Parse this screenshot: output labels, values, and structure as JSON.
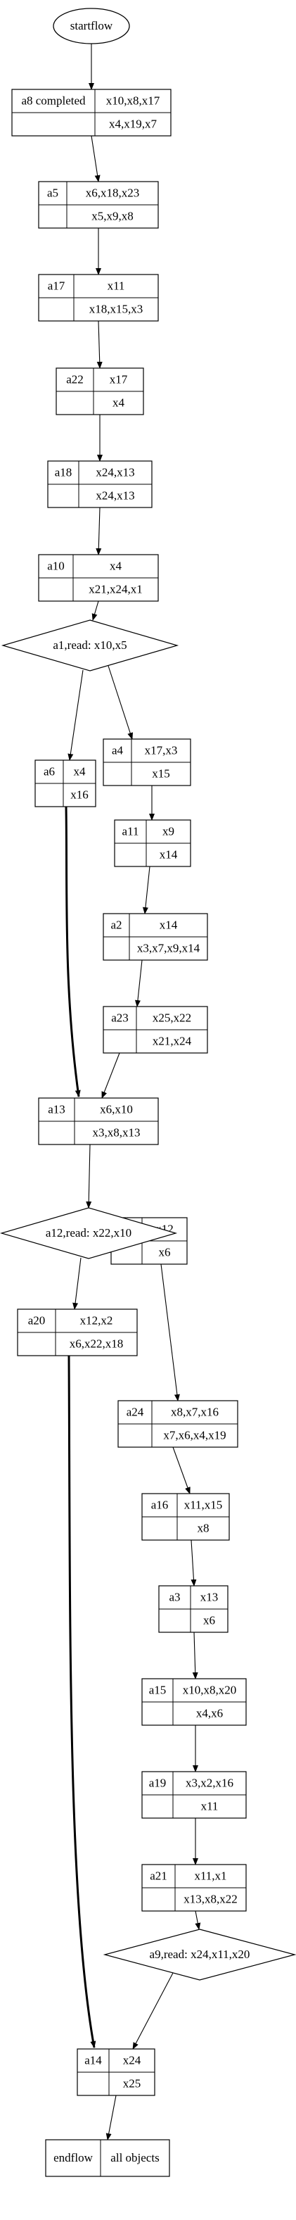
{
  "start": {
    "label": "startflow"
  },
  "end": {
    "name": "endflow",
    "label": "all objects"
  },
  "nodes": [
    {
      "id": "a8",
      "name": "a8 completed",
      "top": "x10,x8,x17",
      "bottom": "x4,x19,x7"
    },
    {
      "id": "a5",
      "name": "a5",
      "top": "x6,x18,x23",
      "bottom": "x5,x9,x8"
    },
    {
      "id": "a17",
      "name": "a17",
      "top": "x11",
      "bottom": "x18,x15,x3"
    },
    {
      "id": "a22",
      "name": "a22",
      "top": "x17",
      "bottom": "x4"
    },
    {
      "id": "a18",
      "name": "a18",
      "top": "x24,x13",
      "bottom": "x24,x13"
    },
    {
      "id": "a10",
      "name": "a10",
      "top": "x4",
      "bottom": "x21,x24,x1"
    },
    {
      "id": "a4",
      "name": "a4",
      "top": "x17,x3",
      "bottom": "x15"
    },
    {
      "id": "a6",
      "name": "a6",
      "top": "x4",
      "bottom": "x16"
    },
    {
      "id": "a11",
      "name": "a11",
      "top": "x9",
      "bottom": "x14"
    },
    {
      "id": "a2",
      "name": "a2",
      "top": "x14",
      "bottom": "x3,x7,x9,x14"
    },
    {
      "id": "a23",
      "name": "a23",
      "top": "x25,x22",
      "bottom": "x21,x24"
    },
    {
      "id": "a13",
      "name": "a13",
      "top": "x6,x10",
      "bottom": "x3,x8,x13"
    },
    {
      "id": "a25",
      "name": "a25",
      "top": "x12",
      "bottom": "x6"
    },
    {
      "id": "a20",
      "name": "a20",
      "top": "x12,x2",
      "bottom": "x6,x22,x18"
    },
    {
      "id": "a24",
      "name": "a24",
      "top": "x8,x7,x16",
      "bottom": "x7,x6,x4,x19"
    },
    {
      "id": "a16",
      "name": "a16",
      "top": "x11,x15",
      "bottom": "x8"
    },
    {
      "id": "a3",
      "name": "a3",
      "top": "x13",
      "bottom": "x6"
    },
    {
      "id": "a15",
      "name": "a15",
      "top": "x10,x8,x20",
      "bottom": "x4,x6"
    },
    {
      "id": "a19",
      "name": "a19",
      "top": "x3,x2,x16",
      "bottom": "x11"
    },
    {
      "id": "a21",
      "name": "a21",
      "top": "x11,x1",
      "bottom": "x13,x8,x22"
    },
    {
      "id": "a14",
      "name": "a14",
      "top": "x24",
      "bottom": "x25"
    }
  ],
  "decisions": [
    {
      "id": "a1",
      "label": "a1,read: x10,x5"
    },
    {
      "id": "a12",
      "label": "a12,read: x22,x10"
    },
    {
      "id": "a9",
      "label": "a9,read: x24,x11,x20"
    }
  ],
  "edges": [
    {
      "from": "start",
      "to": "a8"
    },
    {
      "from": "a8",
      "to": "a5"
    },
    {
      "from": "a5",
      "to": "a17"
    },
    {
      "from": "a17",
      "to": "a22"
    },
    {
      "from": "a22",
      "to": "a18"
    },
    {
      "from": "a18",
      "to": "a10"
    },
    {
      "from": "a10",
      "to": "a1"
    },
    {
      "from": "a1",
      "to": "a4"
    },
    {
      "from": "a1",
      "to": "a6"
    },
    {
      "from": "a4",
      "to": "a11"
    },
    {
      "from": "a11",
      "to": "a2"
    },
    {
      "from": "a2",
      "to": "a23"
    },
    {
      "from": "a23",
      "to": "a13"
    },
    {
      "from": "a6",
      "to": "a13",
      "bold": true
    },
    {
      "from": "a13",
      "to": "a12"
    },
    {
      "from": "a12",
      "to": "a25"
    },
    {
      "from": "a12",
      "to": "a20"
    },
    {
      "from": "a25",
      "to": "a24"
    },
    {
      "from": "a24",
      "to": "a16"
    },
    {
      "from": "a16",
      "to": "a3"
    },
    {
      "from": "a3",
      "to": "a15"
    },
    {
      "from": "a15",
      "to": "a19"
    },
    {
      "from": "a19",
      "to": "a21"
    },
    {
      "from": "a21",
      "to": "a9"
    },
    {
      "from": "a9",
      "to": "a14"
    },
    {
      "from": "a20",
      "to": "a14",
      "bold": true
    },
    {
      "from": "a14",
      "to": "end"
    }
  ]
}
